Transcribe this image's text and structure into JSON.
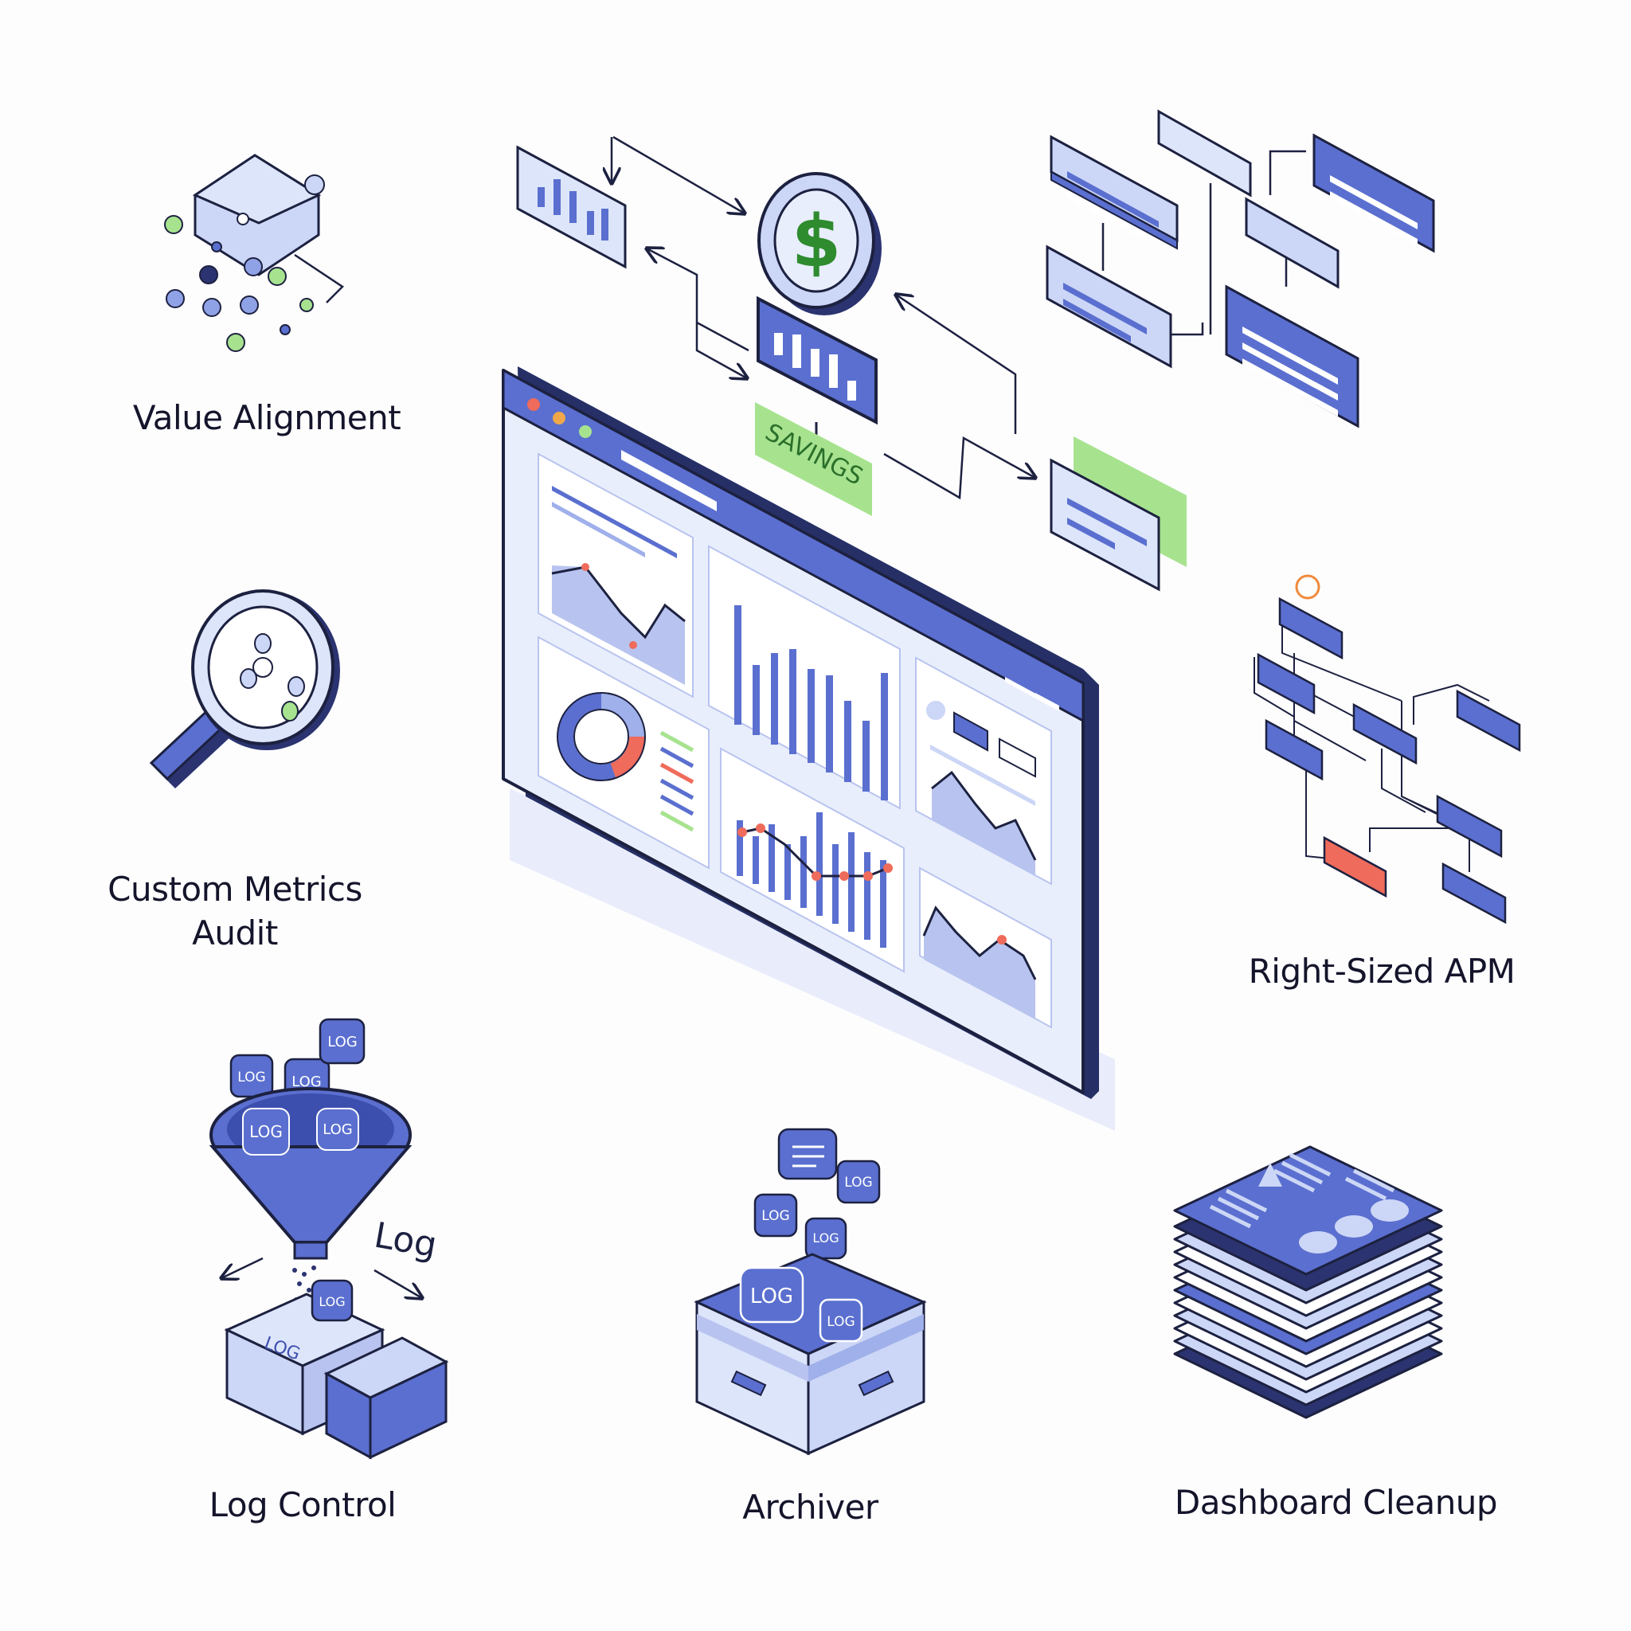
{
  "colors": {
    "primary": "#5a6fcf",
    "light": "#ccd6f6",
    "pale": "#e6ecfb",
    "outline": "#1d2140",
    "green": "#a7e38f",
    "green_dark": "#2e8b2e",
    "red": "#ef6b5b",
    "orange": "#f08a3c"
  },
  "icons": [
    "data-points-icon",
    "magnifier-icon",
    "funnel-icon",
    "archive-box-icon",
    "dashboard-stack-icon",
    "trace-tree-icon",
    "dollar-coin-icon",
    "dashboard-window-icon",
    "node-graph-icon"
  ],
  "labels": {
    "value_alignment": "Value Alignment",
    "custom_metrics_audit_line1": "Custom Metrics",
    "custom_metrics_audit_line2": "Audit",
    "right_sized_apm": "Right-Sized APM",
    "log_control": "Log Control",
    "archiver": "Archiver",
    "dashboard_cleanup": "Dashboard Cleanup"
  },
  "tags": {
    "savings": "SAVINGS",
    "currency": "$",
    "log": "LOG",
    "logs_handwritten": "Log"
  }
}
